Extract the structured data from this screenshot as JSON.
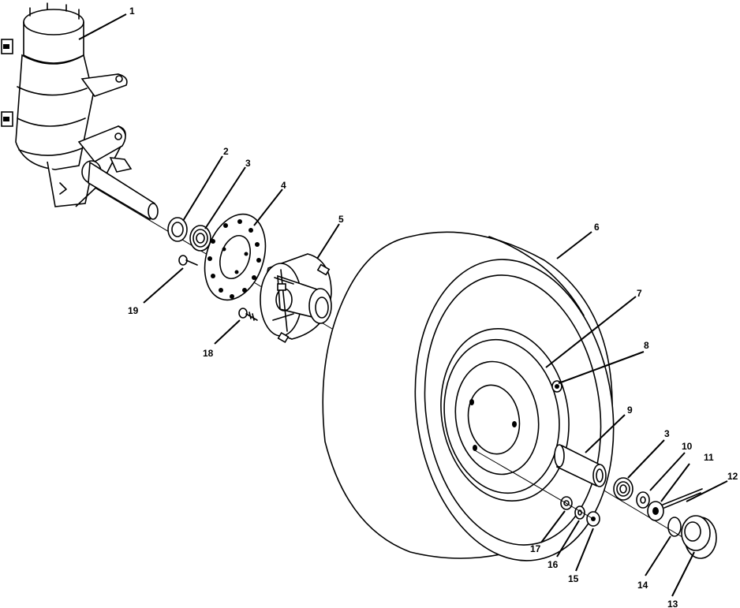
{
  "callouts": {
    "c1": "1",
    "c2": "2",
    "c3a": "3",
    "c4": "4",
    "c5": "5",
    "c6": "6",
    "c7": "7",
    "c8": "8",
    "c9": "9",
    "c3b": "3",
    "c10": "10",
    "c11": "11",
    "c12": "12",
    "c13": "13",
    "c14": "14",
    "c15": "15",
    "c16": "16",
    "c17": "17",
    "c18": "18",
    "c19": "19"
  }
}
